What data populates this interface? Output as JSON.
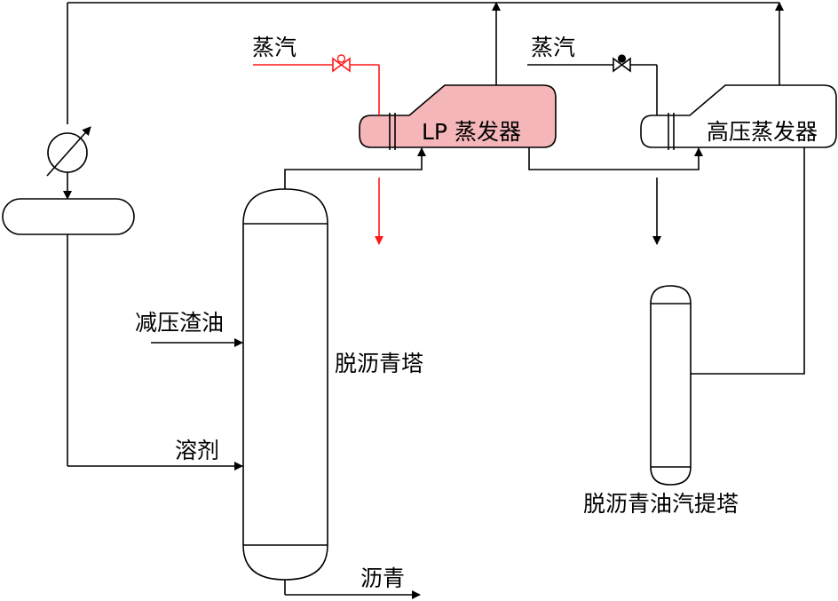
{
  "labels": {
    "steam_1": "蒸汽",
    "steam_2": "蒸汽",
    "lp_evaporator": "LP 蒸发器",
    "hp_evaporator": "高压蒸发器",
    "vacuum_residue": "减压渣油",
    "solvent": "溶剂",
    "deasphalting_tower": "脱沥青塔",
    "asphalt": "沥青",
    "dao_stripper": "脱沥青油汽提塔"
  },
  "colors": {
    "line": "#000000",
    "steam_line": "#ff1a1a",
    "lp_evaporator_fill": "#f4b6b8",
    "hp_evaporator_fill": "#ffffff",
    "background": "#ffffff"
  },
  "icons": {
    "heat_exchanger": "heat-exchanger-icon",
    "valve": "valve-icon"
  }
}
